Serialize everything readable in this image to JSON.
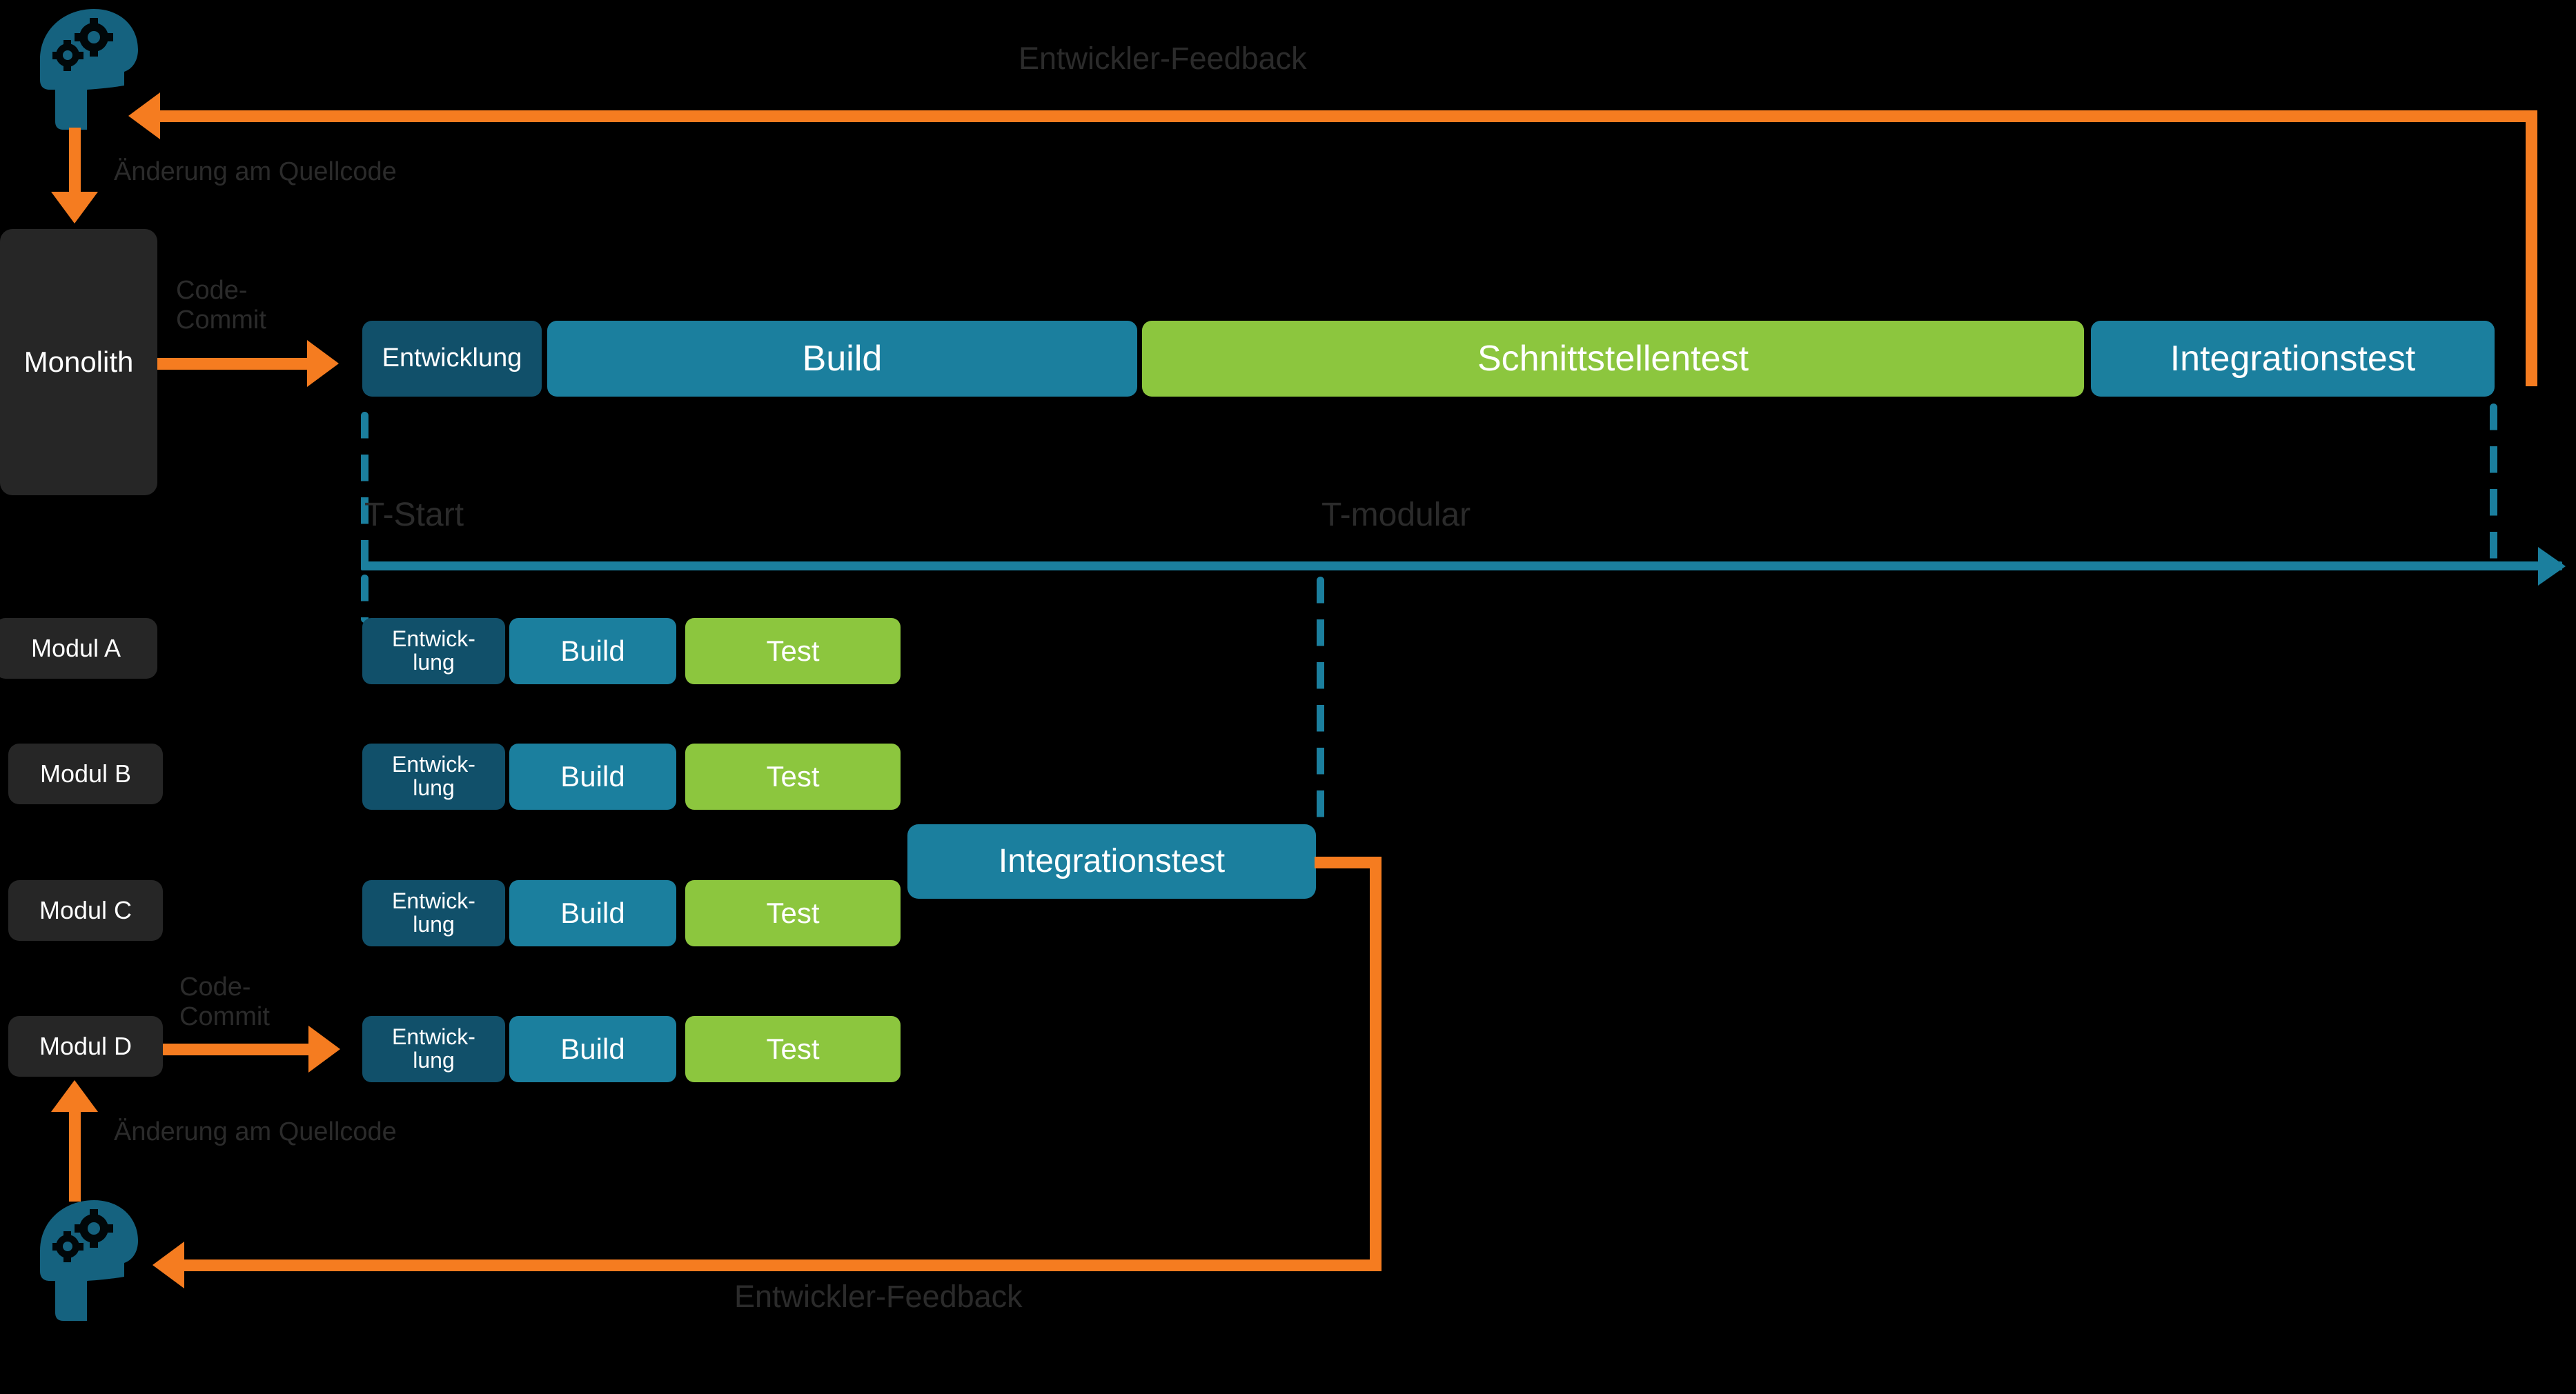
{
  "colors": {
    "background": "#000000",
    "dev_box": "#11506a",
    "build_box": "#1b7f9e",
    "test_box": "#8cc63e",
    "integration_box": "#1b7f9e",
    "module_box": "#262626",
    "arrow_orange": "#f57c20",
    "timeline_teal": "#1b7f9e",
    "annotation_text": "#2b2b2b",
    "box_text": "#ffffff"
  },
  "monolith": {
    "label": "Monolith",
    "developer_icon": "developer-head-gears-icon",
    "source_change_label": "Änderung am Quellcode",
    "commit_label": "Code-\nCommit",
    "feedback_label": "Entwickler-Feedback",
    "pipeline": [
      {
        "label": "Entwicklung",
        "kind": "dev"
      },
      {
        "label": "Build",
        "kind": "build"
      },
      {
        "label": "Schnittstellentest",
        "kind": "green"
      },
      {
        "label": "Integrationstest",
        "kind": "teal"
      }
    ]
  },
  "timeline": {
    "start_label": "T-Start",
    "modular_label": "T-modular"
  },
  "modules": {
    "commit_label": "Code-\nCommit",
    "source_change_label": "Änderung am Quellcode",
    "feedback_label": "Entwickler-Feedback",
    "developer_icon": "developer-head-gears-icon",
    "integration_label": "Integrationstest",
    "rows": [
      {
        "name": "Modul A",
        "stages": [
          {
            "label": "Entwick-\nlung",
            "kind": "dev"
          },
          {
            "label": "Build",
            "kind": "build"
          },
          {
            "label": "Test",
            "kind": "green"
          }
        ]
      },
      {
        "name": "Modul B",
        "stages": [
          {
            "label": "Entwick-\nlung",
            "kind": "dev"
          },
          {
            "label": "Build",
            "kind": "build"
          },
          {
            "label": "Test",
            "kind": "green"
          }
        ]
      },
      {
        "name": "Modul C",
        "stages": [
          {
            "label": "Entwick-\nlung",
            "kind": "dev"
          },
          {
            "label": "Build",
            "kind": "build"
          },
          {
            "label": "Test",
            "kind": "green"
          }
        ]
      },
      {
        "name": "Modul D",
        "stages": [
          {
            "label": "Entwick-\nlung",
            "kind": "dev"
          },
          {
            "label": "Build",
            "kind": "build"
          },
          {
            "label": "Test",
            "kind": "green"
          }
        ]
      }
    ]
  }
}
